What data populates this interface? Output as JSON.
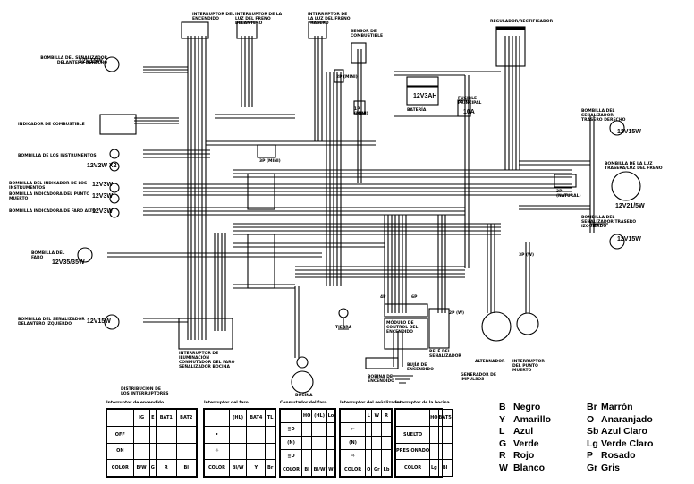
{
  "labels": {
    "int_encendido": "Interruptor del encendido",
    "int_luz_delantera": "Interruptor de la luz del freno delantero",
    "int_luz_trasera": "Interruptor de la luz del freno trasero",
    "sensor_combustible": "Sensor de combustible",
    "regulador": "Regulador/rectificador",
    "bombilla_señalizador_del_der": "Bombilla del señalizador delantero derecho",
    "indicador_combustible": "Indicador de combustible",
    "bombilla_instrumentos": "Bombilla de los instrumentos",
    "bombilla_indicadora_instrumentos": "Bombilla del indicador de los instrumentos",
    "bombilla_punto_muerto": "Bombilla indicadora del punto muerto",
    "bombilla_luz_alta": "Bombilla indicadora de faro alto",
    "bombilla_faro": "Bombilla del faro",
    "bombilla_señalizador_del_izq": "Bombilla del señalizador delantero izquierdo",
    "bateria": "Batería",
    "fusible": "Fusible principal",
    "bombilla_señalizador_tras_der": "Bombilla del señalizador trasero derecho",
    "bombilla_luz_trasera": "Bombilla de la luz trasera/luz del freno",
    "bombilla_señalizador_tras_izq": "Bombilla del señalizador trasero izquierdo",
    "int_iluminacion": "Interruptor de iluminación conmutador del faro señalizador bocina",
    "bocina": "Bocina",
    "tierra": "Tierra",
    "modulo_encendido": "Módulo de control del encendido",
    "rele_señalizador": "Relé del señalizador",
    "bobina_encendido": "Bobina de encendido",
    "bujia": "Bujía de encendido",
    "alternador": "Alternador",
    "int_punto_muerto": "Interruptor del punto muerto",
    "generador_impulsos": "Generador de impulsos",
    "distribucion": "Distribución de los interruptores"
  },
  "voltages": {
    "señalizador_del_der": "12V15W",
    "instrumentos": "12V2W X2",
    "indicadora": "12V3W",
    "punto_muerto": "12V3W",
    "luz_alta": "12V3W",
    "faro": "12V35/35W",
    "señalizador_del_izq": "12V15W",
    "bateria": "12V3AH",
    "fusible": "10A",
    "señalizador_tras_der": "12V15W",
    "luz_trasera": "12V21/5W",
    "señalizador_tras_izq": "12V15W"
  },
  "connectors": [
    "3P (MINI)",
    "2P (MINI)",
    "3P (NATURAL)",
    "4P",
    "6P",
    "2P (W)",
    "3P (W)",
    "1P (MINI)"
  ],
  "switch_tables": [
    {
      "title": "Interruptor de encendido",
      "headers": [
        "",
        "IG",
        "E",
        "BAT1",
        "BAT2"
      ],
      "rows": [
        [
          "OFF",
          "",
          "",
          "",
          ""
        ],
        [
          "ON",
          "",
          "",
          "",
          ""
        ],
        [
          "COLOR",
          "B/W",
          "G",
          "R",
          "Bl"
        ]
      ]
    },
    {
      "title": "Interruptor del faro",
      "headers": [
        "",
        "(HL)",
        "BAT4",
        "TL"
      ],
      "rows": [
        [
          "•",
          "",
          "",
          ""
        ],
        [
          "☼",
          "",
          "",
          ""
        ],
        [
          "COLOR",
          "Bl/W",
          "Y",
          "Br"
        ]
      ]
    },
    {
      "title": "Conmutador del faro",
      "headers": [
        "",
        "HO",
        "(HL)",
        "Lo"
      ],
      "rows": [
        [
          "≣D",
          "",
          "",
          ""
        ],
        [
          "(N)",
          "",
          "",
          ""
        ],
        [
          "≣D",
          "",
          "",
          ""
        ],
        [
          "COLOR",
          "Bl",
          "Bl/W",
          "W"
        ]
      ]
    },
    {
      "title": "Interruptor del señalizador",
      "headers": [
        "",
        "L",
        "W",
        "R"
      ],
      "rows": [
        [
          "⇦",
          "",
          "",
          ""
        ],
        [
          "(N)",
          "",
          "",
          ""
        ],
        [
          "⇨",
          "",
          "",
          ""
        ],
        [
          "COLOR",
          "O",
          "Gr",
          "Lb"
        ]
      ]
    },
    {
      "title": "Interruptor de la bocina",
      "headers": [
        "",
        "HO",
        "BAT5"
      ],
      "rows": [
        [
          "SUELTO",
          "",
          ""
        ],
        [
          "PRESIONADO",
          "",
          ""
        ],
        [
          "COLOR",
          "Lg",
          "Bl"
        ]
      ]
    }
  ],
  "legend": [
    {
      "code": "B",
      "name": "Negro"
    },
    {
      "code": "Y",
      "name": "Amarillo"
    },
    {
      "code": "L",
      "name": "Azul"
    },
    {
      "code": "G",
      "name": "Verde"
    },
    {
      "code": "R",
      "name": "Rojo"
    },
    {
      "code": "W",
      "name": "Blanco"
    },
    {
      "code": "Br",
      "name": "Marrón"
    },
    {
      "code": "O",
      "name": "Anaranjado"
    },
    {
      "code": "Sb",
      "name": "Azul Claro"
    },
    {
      "code": "Lg",
      "name": "Verde Claro"
    },
    {
      "code": "P",
      "name": "Rosado"
    },
    {
      "code": "Gr",
      "name": "Gris"
    }
  ]
}
